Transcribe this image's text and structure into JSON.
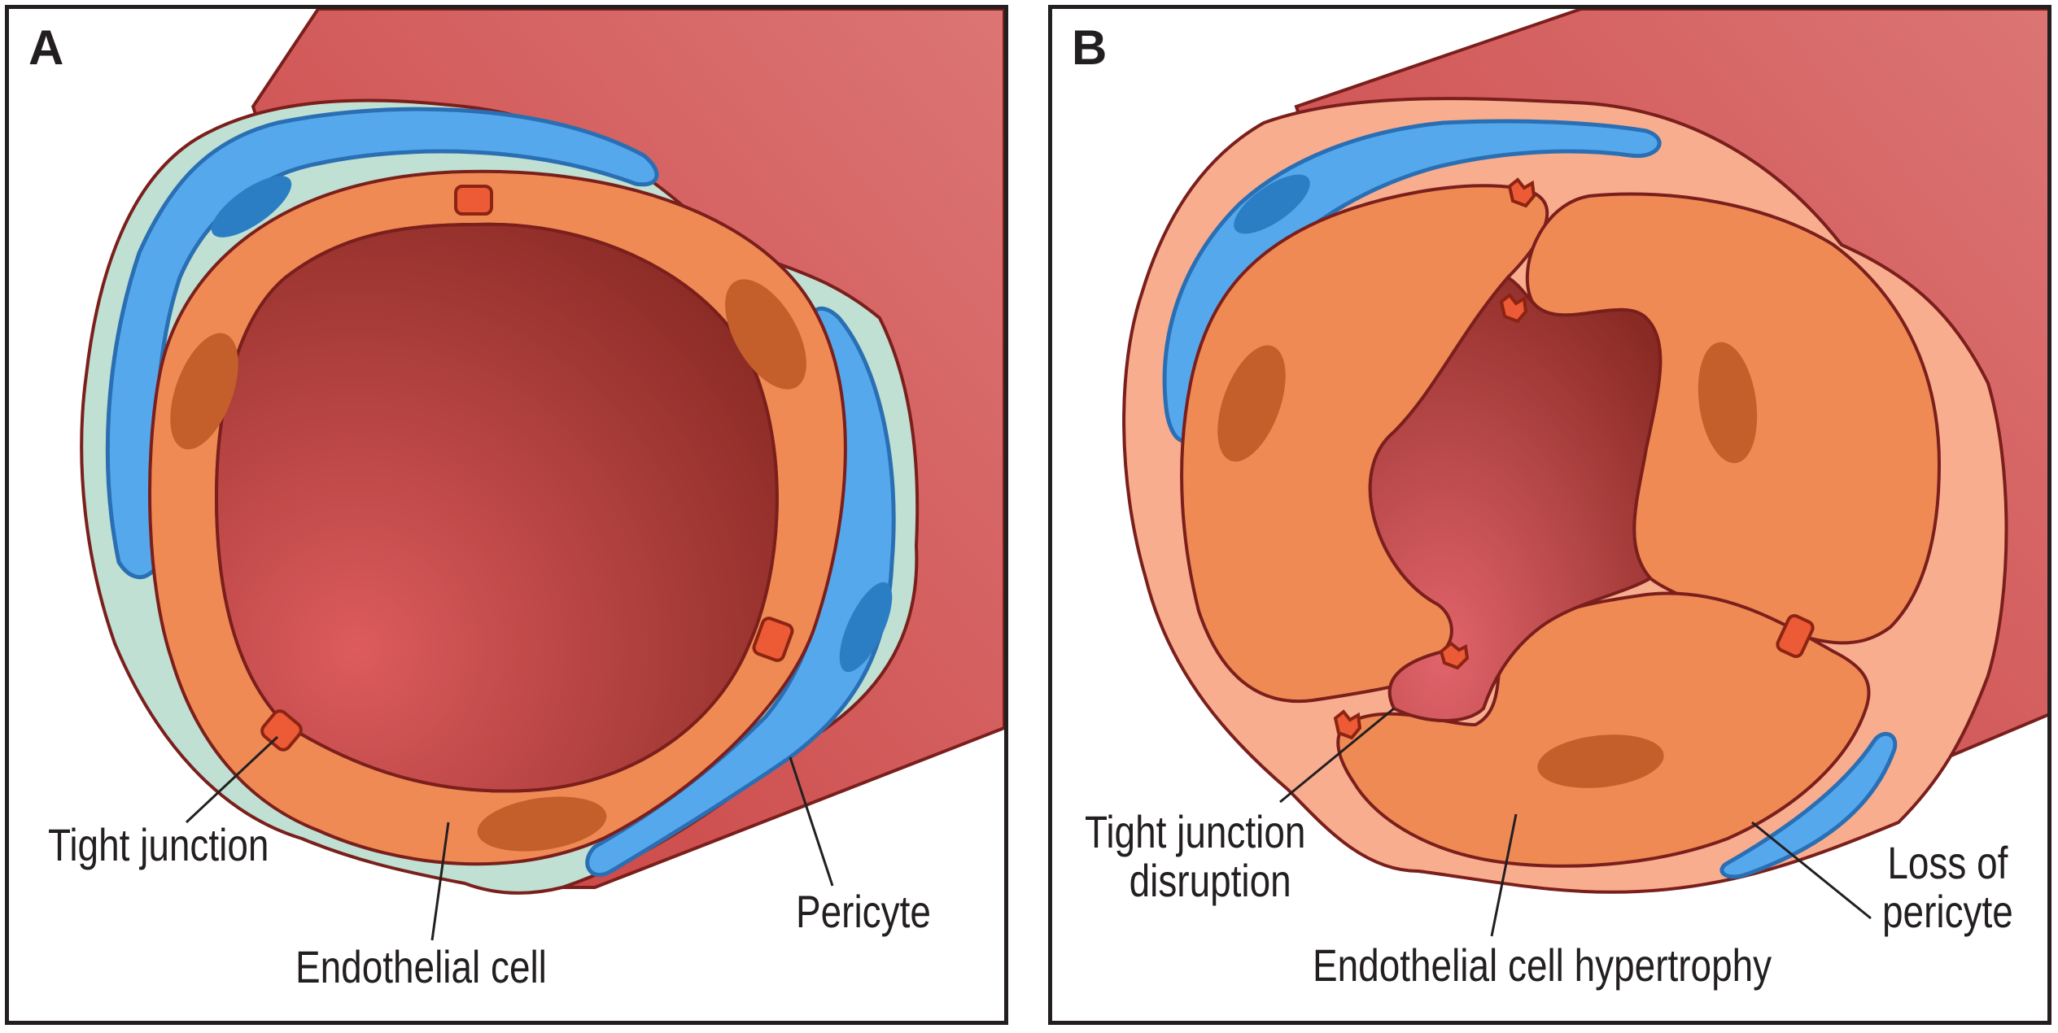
{
  "panels": [
    {
      "letter": "A",
      "labels": {
        "tight_junction": "Tight junction",
        "endothelial_cell": "Endothelial cell",
        "pericyte": "Pericyte"
      }
    },
    {
      "letter": "B",
      "labels": {
        "tight_junction_line1": "Tight junction",
        "tight_junction_line2": "disruption",
        "endothelial_hypertrophy": "Endothelial cell hypertrophy",
        "loss_line1": "Loss of",
        "loss_line2": "pericyte"
      }
    }
  ],
  "colors": {
    "vessel_wall": "#d0524f",
    "lumen": "#a93a35",
    "basement_membrane_a": "#bfe0d2",
    "basement_membrane_b": "#f8ad8f",
    "endothelial_cell": "#ef8a55",
    "nucleus": "#c45f2c",
    "pericyte": "#56a8ed",
    "pericyte_nucleus": "#2b7dc4",
    "tight_junction": "#ec5a36",
    "outline": "#7a1f1c"
  }
}
